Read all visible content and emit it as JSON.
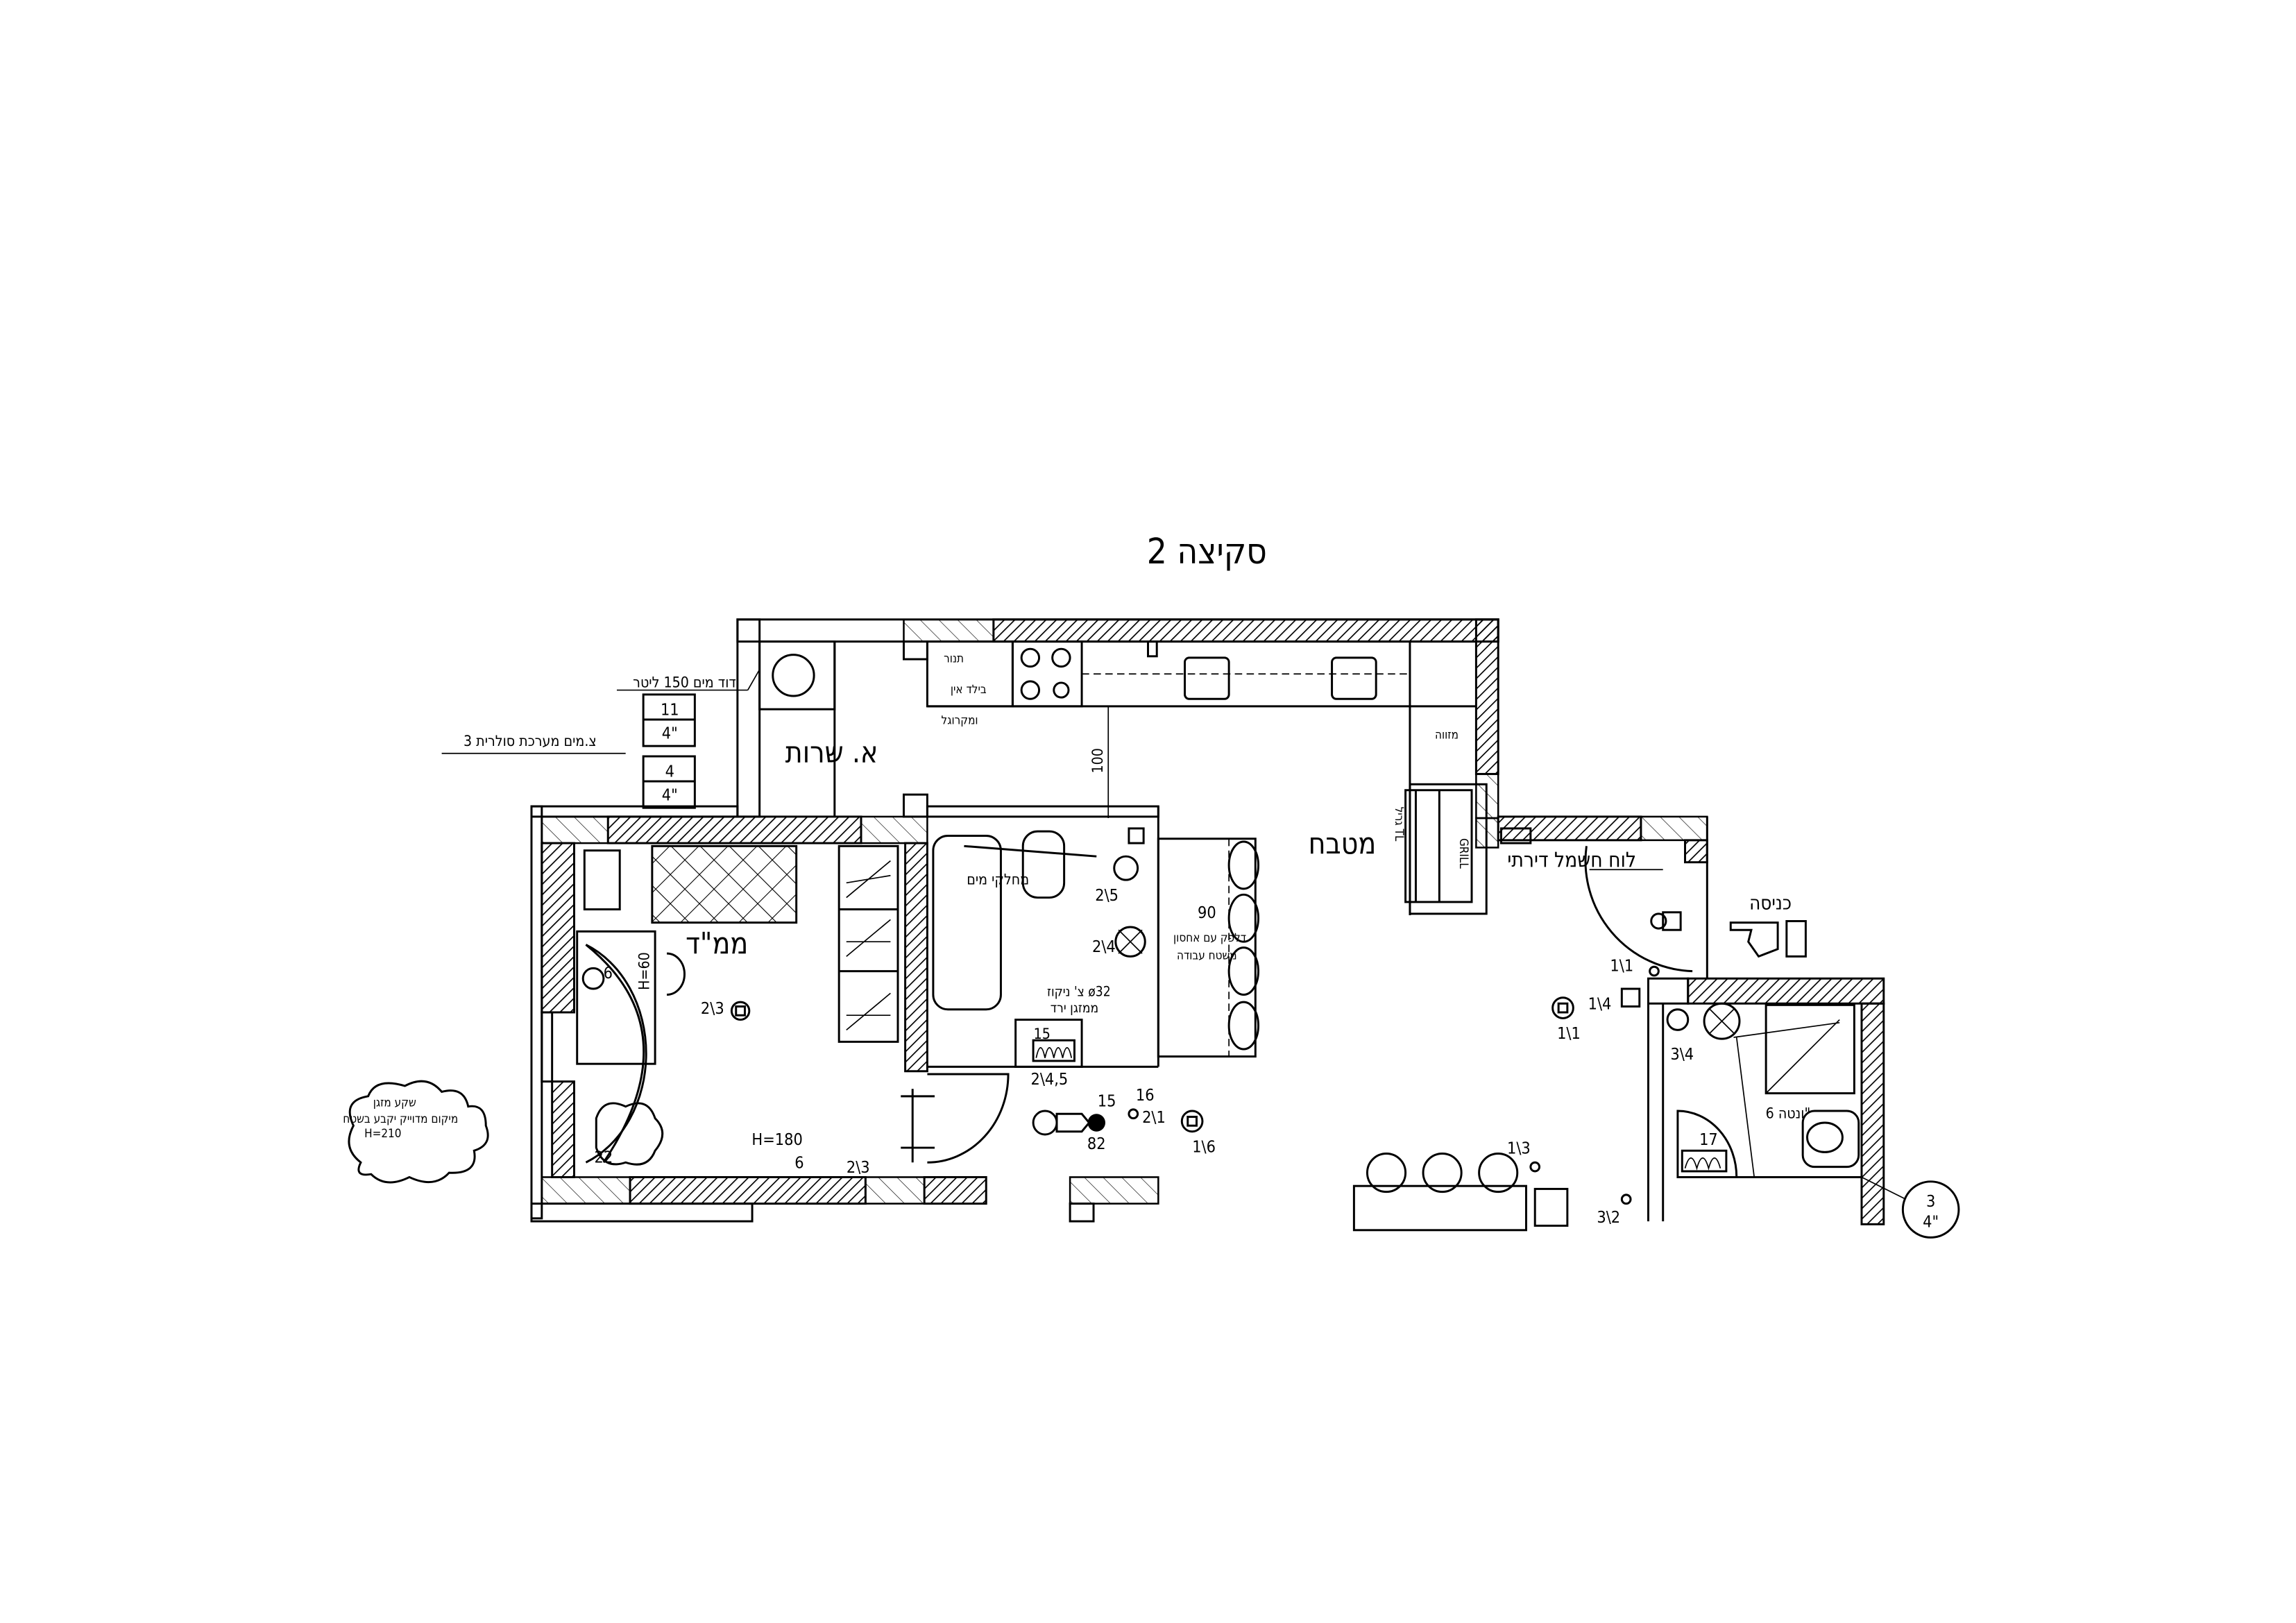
{
  "title": "סקיצה 2",
  "rooms": {
    "service": "א. שרות",
    "kitchen": "מטבח",
    "safe_room": "ממ\"ד",
    "entrance": "כניסה",
    "pantry": "מזווה"
  },
  "labels": {
    "water_heater": "דוד מים 150 ליטר",
    "solar": "3 צ.מים מערכת סולרית",
    "pipe_box1_top": "11",
    "pipe_box1_bottom": "4\"",
    "pipe_box2_top": "4",
    "pipe_box2_bottom": "4\"",
    "oven": "תנור",
    "built_in": "בילד אין",
    "microwave": "ומקרוגל",
    "dim_100": "100",
    "grill": "GRILL",
    "grill_tl": "גריל TL",
    "electric_panel": "לוח חשמל דירתי",
    "water_dist": "מחלקי מים",
    "bar_90": "90",
    "bar_storage": "דלפק עם אחסון",
    "bar_work": "משטח עבודה",
    "h60": "H=60",
    "six_a": "6",
    "drain_pipe": "צ' ניקוז ø32",
    "from_ac": "ממזגן ירד",
    "fifteen_a": "15",
    "ac_note1": "שקע מזגן",
    "ac_note2": "מיקום מדוייק יקבע בשטח",
    "ac_note3": "H=210",
    "twenty_two": "22",
    "h180": "H=180",
    "six_b": "6",
    "vent": "ונטה 6\"",
    "seventeen": "17",
    "circle_top": "3",
    "circle_bottom": "4\""
  },
  "circuits": [
    "2\\5",
    "2\\4",
    "2\\3",
    "2\\4,5",
    "16",
    "15",
    "82",
    "2\\1",
    "1\\6",
    "2\\3",
    "1\\1",
    "1\\4",
    "1\\1",
    "3\\4",
    "1\\3",
    "3\\2"
  ]
}
